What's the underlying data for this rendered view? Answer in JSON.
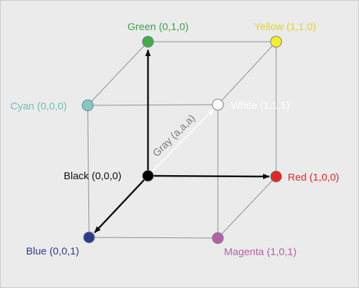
{
  "diagram": {
    "colors": {
      "background": "#ebebeb",
      "edge": "#8c8c8c",
      "arrow": "#111111"
    },
    "vertices": [
      {
        "id": "black",
        "label": "Black (0,0,0)",
        "fill": "#000000",
        "text_color": "#111111"
      },
      {
        "id": "green",
        "label": "Green (0,1,0)",
        "fill": "#3fae49",
        "text_color": "#3aa34a"
      },
      {
        "id": "yellow",
        "label": "Yellow (1,1,0)",
        "fill": "#f4ee2a",
        "text_color": "#e6d22a"
      },
      {
        "id": "cyan",
        "label": "Cyan (0,0,0)",
        "fill": "#7fcac6",
        "text_color": "#6cc1bd"
      },
      {
        "id": "white",
        "label": "White (1,1,1)",
        "fill": "#ffffff",
        "text_color": "#ffffff"
      },
      {
        "id": "red",
        "label": "Red (1,0,0)",
        "fill": "#e2262a",
        "text_color": "#e2262a"
      },
      {
        "id": "blue",
        "label": "Blue (0,0,1)",
        "fill": "#273c8e",
        "text_color": "#2b3f8f"
      },
      {
        "id": "magenta",
        "label": "Magenta (1,0,1)",
        "fill": "#b660a8",
        "text_color": "#b660a8"
      }
    ],
    "diagonal": {
      "label": "Gray (a,a,a)",
      "text_color": "#7b7b7b"
    }
  }
}
